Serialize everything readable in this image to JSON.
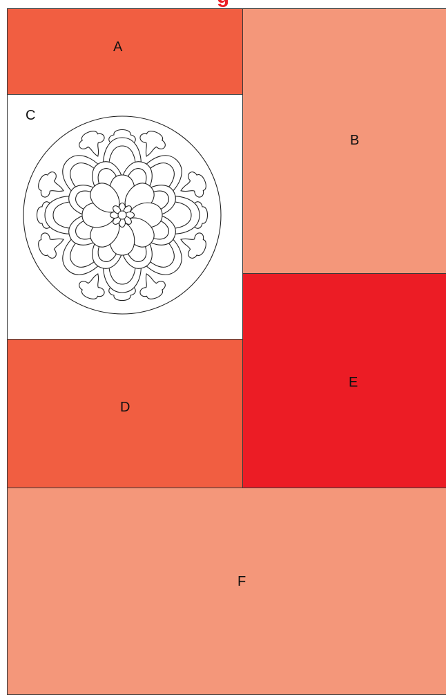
{
  "title_fragment": "g",
  "colors": {
    "title": "#ea1d25",
    "border": "#3a3a3a",
    "block_a": "#f15e41",
    "block_b": "#f4977a",
    "block_c": "#ffffff",
    "block_d": "#f15e41",
    "block_e": "#ec1c25",
    "block_f": "#f4977a",
    "mandala_stroke": "#222222",
    "mandala_fill": "#ffffff"
  },
  "panels": {
    "a": {
      "label": "A"
    },
    "b": {
      "label": "B"
    },
    "c": {
      "label": "C",
      "content_icon": "mandala-icon"
    },
    "d": {
      "label": "D"
    },
    "e": {
      "label": "E"
    },
    "f": {
      "label": "F"
    }
  }
}
